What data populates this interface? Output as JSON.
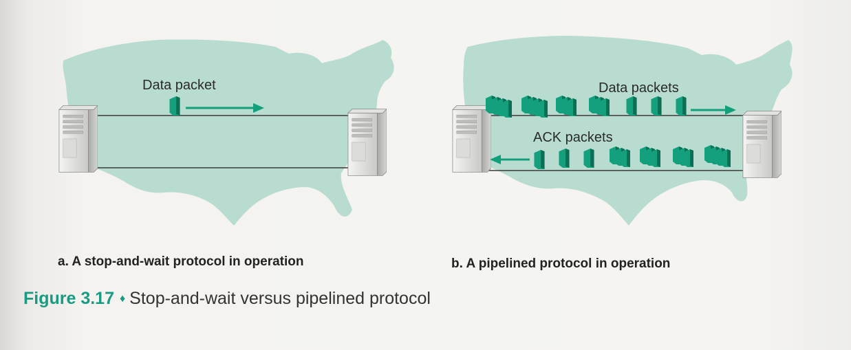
{
  "panel_a": {
    "label": "Data packet",
    "caption": "a. A stop-and-wait protocol in operation"
  },
  "panel_b": {
    "data_label": "Data packets",
    "ack_label": "ACK packets",
    "caption": "b. A pipelined protocol in operation"
  },
  "figure": {
    "number": "Figure 3.17",
    "separator": "♦",
    "title": "Stop-and-wait versus pipelined protocol"
  },
  "colors": {
    "map": "#b9dcd1",
    "packet": "#14a07c",
    "packet_dark": "#0b6e55",
    "arrow": "#12a07a",
    "accent": "#1a9a82"
  }
}
